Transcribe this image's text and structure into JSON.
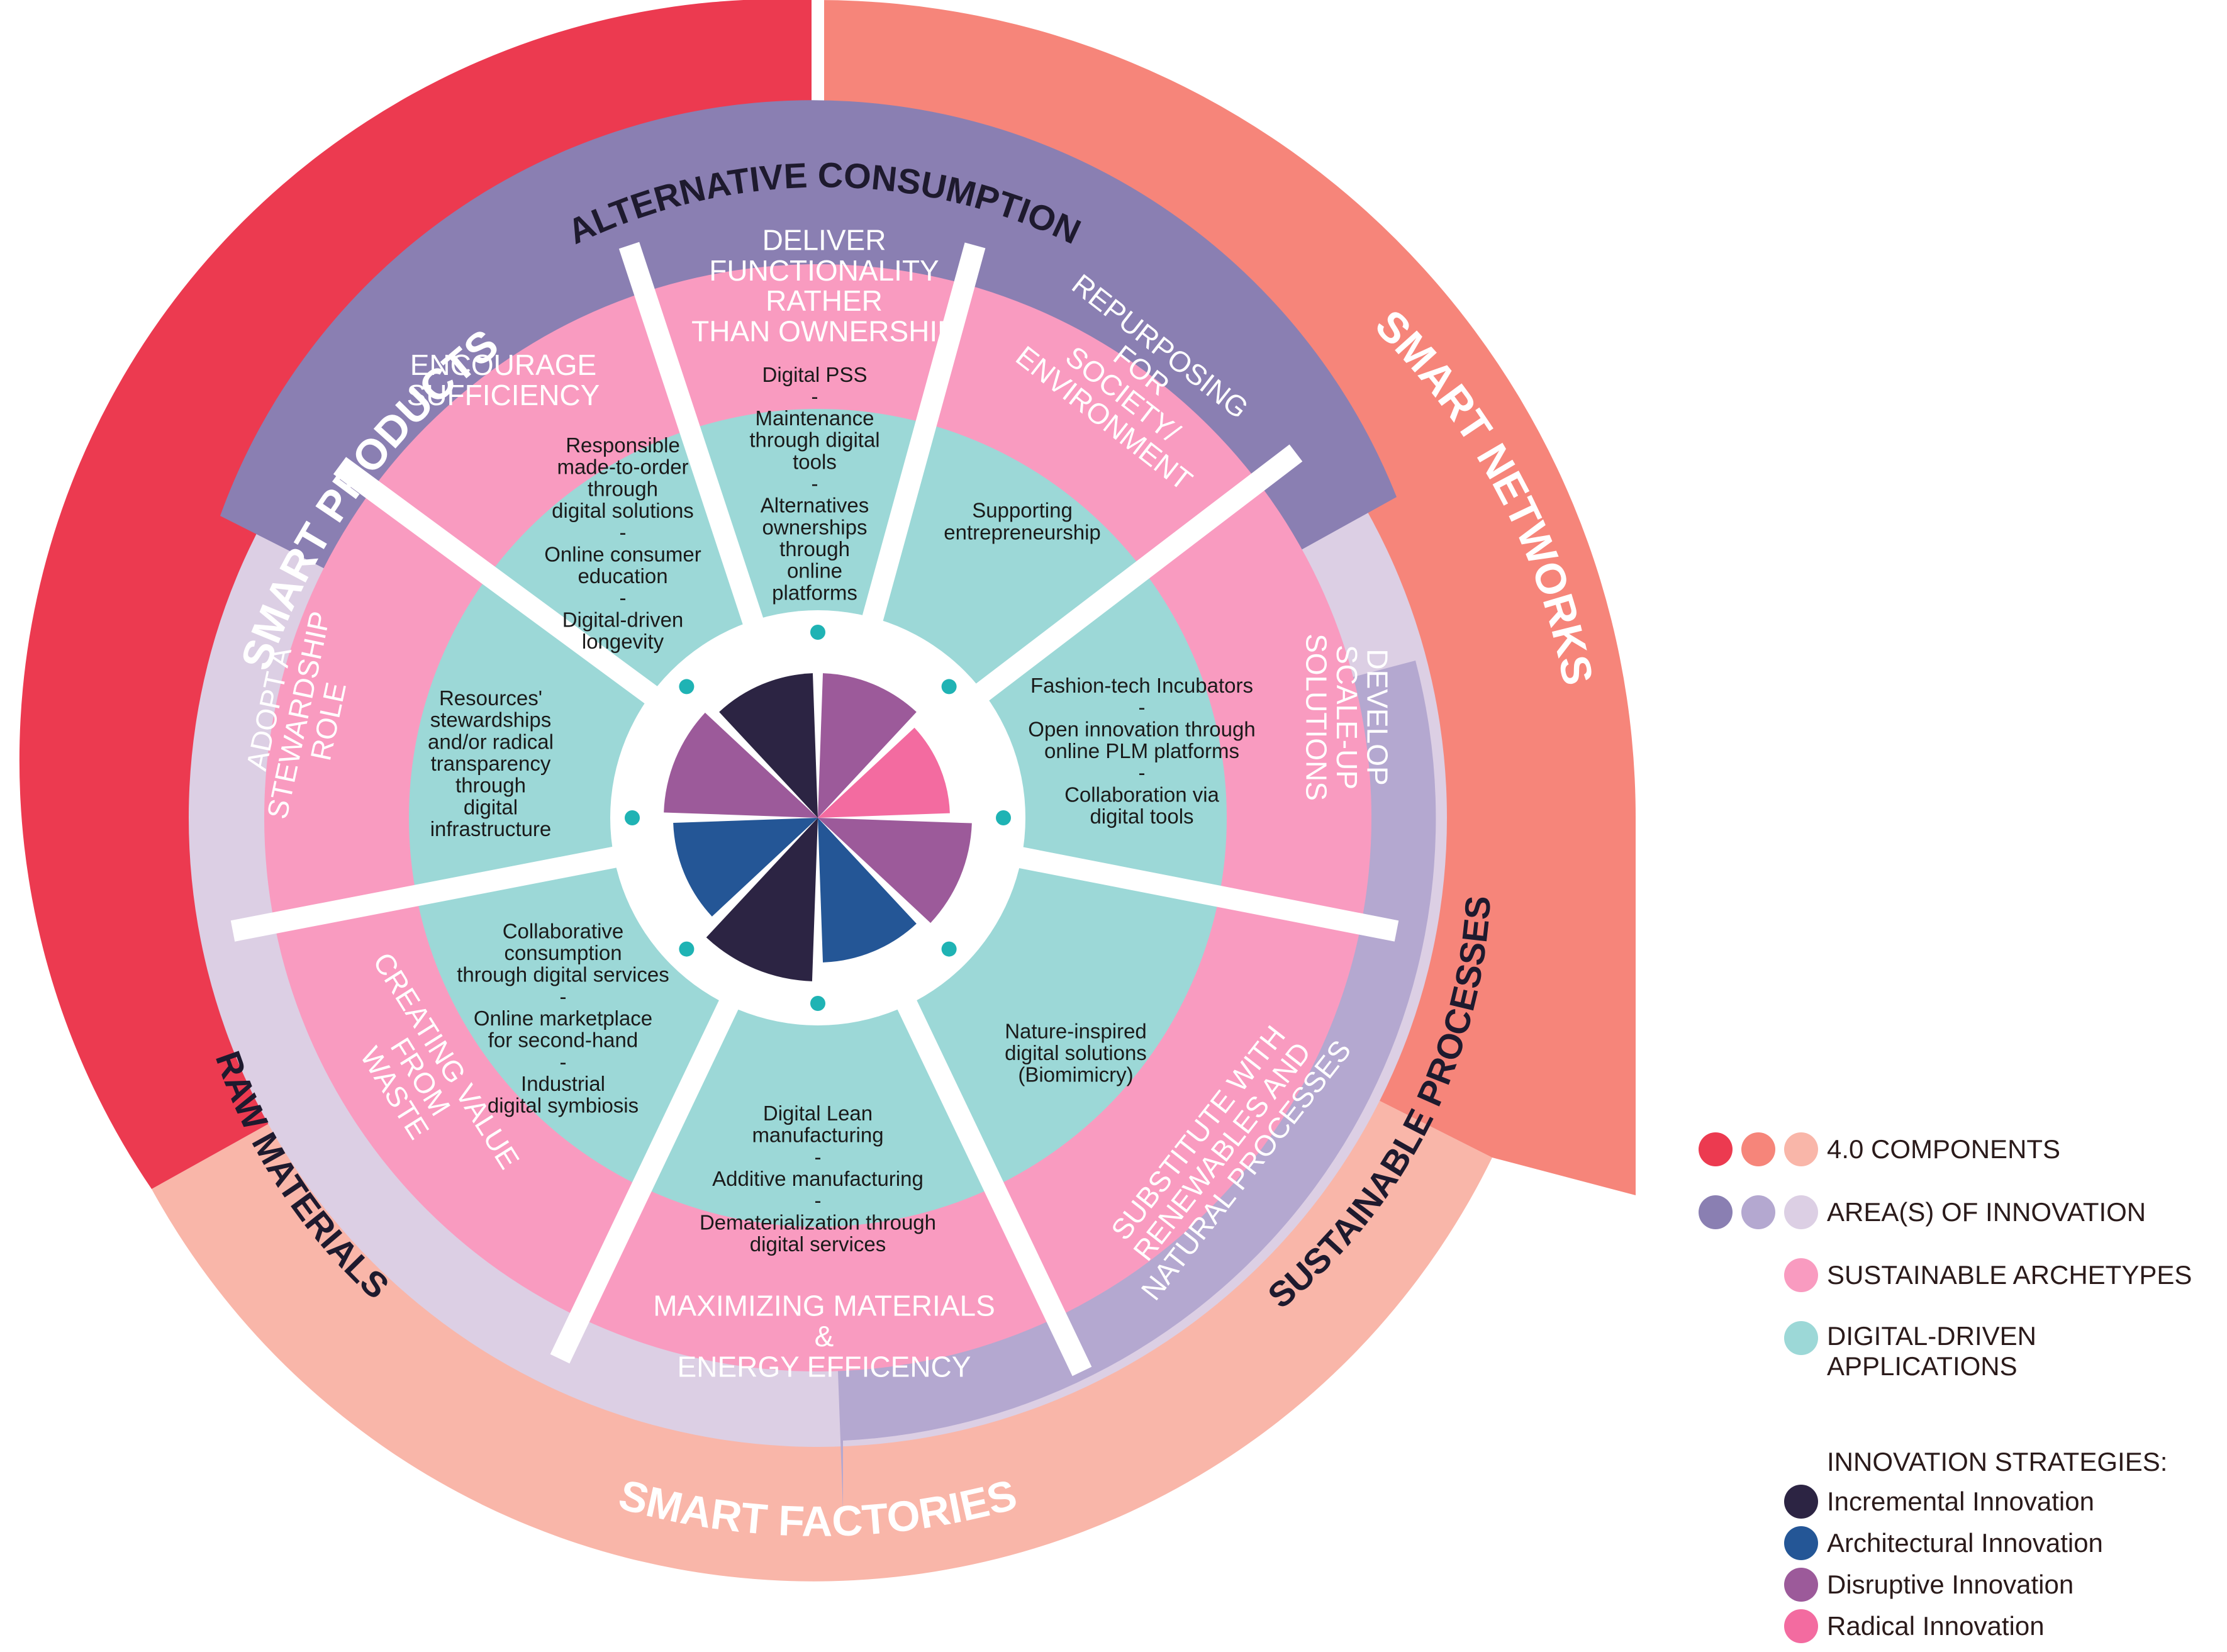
{
  "colors": {
    "smart_products": "#ec3a50",
    "smart_networks": "#f6857a",
    "smart_factories": "#f9b6a9",
    "area_dark": "#8a7fb2",
    "area_mid": "#b4a8d0",
    "area_light": "#dccfe4",
    "archetype": "#f99bc0",
    "digital": "#9cd8d7",
    "teal_dot": "#1fb3b4",
    "incremental": "#2c2443",
    "architectural": "#245696",
    "disruptive": "#9c5a9a",
    "radical": "#f36ba0"
  },
  "components": {
    "smart_products": "SMART PRODUCTS",
    "smart_networks": "SMART NETWORKS",
    "smart_factories": "SMART FACTORIES"
  },
  "areas": {
    "alternative_consumption": "ALTERNATIVE CONSUMPTION",
    "sustainable_processes": "SUSTAINABLE PROCESSES",
    "raw_materials": "RAW MATERIALS"
  },
  "archetypes": {
    "deliver": [
      "DELIVER",
      "FUNCTIONALITY",
      "RATHER",
      "THAN OWNERSHIP"
    ],
    "repurposing": [
      "REPURPOSING",
      "FOR",
      "SOCIETY/",
      "ENVIRONMENT"
    ],
    "develop": [
      "DEVELOP",
      "SCALE-UP",
      "SOLUTIONS"
    ],
    "substitute": [
      "SUBSTITUTE WITH",
      "RENEWABLES AND",
      "NATURAL PROCESSES"
    ],
    "maximizing": [
      "MAXIMIZING MATERIALS",
      "&",
      "ENERGY EFFICENCY"
    ],
    "creating": [
      "CREATING VALUE",
      "FROM",
      "WASTE"
    ],
    "stewardship": [
      "ADOPT A",
      "STEWARDSHIP",
      "ROLE"
    ],
    "sufficiency": [
      "ENCOURAGE",
      "SUFFICIENCY"
    ]
  },
  "applications": {
    "deliver": [
      "Digital PSS",
      "-",
      "Maintenance",
      "through digital",
      "tools",
      "-",
      "Alternatives",
      "ownerships",
      "through",
      "online",
      "platforms"
    ],
    "repurposing": [
      "Supporting",
      "entrepreneurship"
    ],
    "develop": [
      "Fashion-tech Incubators",
      "-",
      "Open innovation through",
      "online PLM platforms",
      "-",
      "Collaboration via",
      "digital tools"
    ],
    "substitute": [
      "Nature-inspired",
      "digital solutions",
      "(Biomimicry)"
    ],
    "maximizing": [
      "Digital Lean",
      "manufacturing",
      "-",
      "Additive manufacturing",
      "-",
      "Dematerialization through",
      "digital services"
    ],
    "creating": [
      "Collaborative",
      "consumption",
      "through digital services",
      "-",
      "Online marketplace",
      "for second-hand",
      "-",
      "Industrial",
      "digital symbiosis"
    ],
    "stewardship": [
      "Resources'",
      "stewardships",
      "and/or radical",
      "transparency",
      "through",
      "digital",
      "infrastructure"
    ],
    "sufficiency": [
      "Responsible",
      "made-to-order",
      "through",
      "digital solutions",
      "-",
      "Online consumer",
      "education",
      "-",
      "Digital-driven",
      "longevity"
    ]
  },
  "center_wedges": [
    {
      "strategy": "disruptive"
    },
    {
      "strategy": "radical"
    },
    {
      "strategy": "disruptive"
    },
    {
      "strategy": "architectural"
    },
    {
      "strategy": "incremental"
    },
    {
      "strategy": "architectural"
    },
    {
      "strategy": "disruptive"
    },
    {
      "strategy": "incremental"
    }
  ],
  "legend": {
    "components": "4.0 COMPONENTS",
    "areas": "AREA(S) OF INNOVATION",
    "archetypes": "SUSTAINABLE ARCHETYPES",
    "digital_line1": "DIGITAL-DRIVEN",
    "digital_line2": "APPLICATIONS",
    "strategies_title": "INNOVATION STRATEGIES:",
    "incremental": "Incremental Innovation",
    "architectural": "Architectural Innovation",
    "disruptive": "Disruptive Innovation",
    "radical": "Radical Innovation"
  }
}
